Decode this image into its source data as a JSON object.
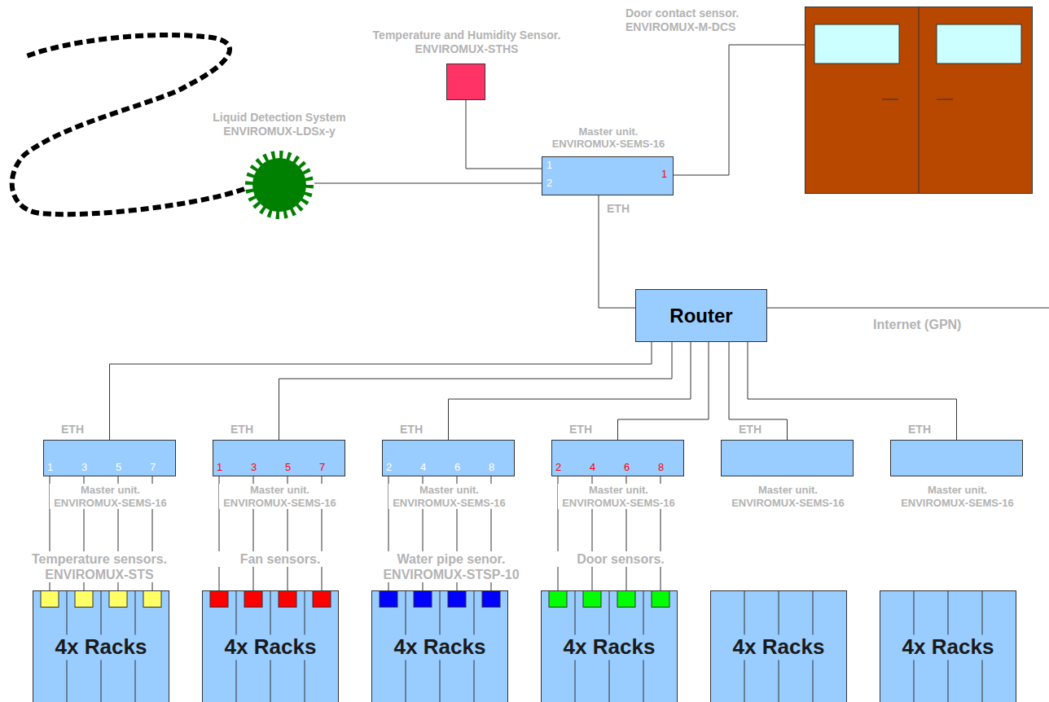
{
  "diagram": {
    "nodes": [
      {
        "text": [
          "Temperature and Humidity Sensor. ENVIROMUX-STHS"
        ]
      },
      {
        "text": [
          "Door contact sensor. ENVIROMUX-M-DCS"
        ]
      },
      {
        "text": [
          "Liquid Detection System ENVIROMUX-LDSx-y"
        ]
      },
      {
        "text": [
          "Master unit. ENVIROMUX-SEMS-16",
          "1",
          "2",
          "1"
        ]
      },
      {
        "text": [
          "Router"
        ]
      },
      {
        "text": [
          "Master unit. ENVIROMUX-SEMS-16",
          "1",
          "3",
          "5",
          "7"
        ]
      },
      {
        "text": [
          "Master unit. ENVIROMUX-SEMS-16",
          "1",
          "3",
          "5",
          "7"
        ]
      },
      {
        "text": [
          "Master unit. ENVIROMUX-SEMS-16",
          "2",
          "4",
          "6",
          "8"
        ]
      },
      {
        "text": [
          "Master unit. ENVIROMUX-SEMS-16",
          "2",
          "4",
          "6",
          "8"
        ]
      },
      {
        "text": [
          "Master unit. ENVIROMUX-SEMS-16"
        ]
      },
      {
        "text": [
          "Master unit. ENVIROMUX-SEMS-16"
        ]
      },
      {
        "text": [
          "4x Racks"
        ]
      },
      {
        "text": [
          "4x Racks"
        ]
      },
      {
        "text": [
          "4x Racks"
        ]
      },
      {
        "text": [
          "4x Racks"
        ]
      },
      {
        "text": [
          "4x Racks"
        ]
      },
      {
        "text": [
          "4x Racks"
        ]
      }
    ],
    "edges": [
      {
        "from": 0,
        "to": 3,
        "arrow": "none"
      },
      {
        "from": 2,
        "to": 3,
        "arrow": "none"
      },
      {
        "from": 3,
        "to": 1,
        "arrow": "none"
      },
      {
        "from": 3,
        "to": 4,
        "label": "ETH",
        "arrow": "none"
      },
      {
        "from": 4,
        "to": 5,
        "label": "ETH",
        "arrow": "none"
      },
      {
        "from": 4,
        "to": 6,
        "label": "ETH",
        "arrow": "none"
      },
      {
        "from": 4,
        "to": 7,
        "label": "ETH",
        "arrow": "none"
      },
      {
        "from": 4,
        "to": 8,
        "label": "ETH",
        "arrow": "none"
      },
      {
        "from": 4,
        "to": 9,
        "label": "ETH",
        "arrow": "none"
      },
      {
        "from": 4,
        "to": 10,
        "label": "ETH",
        "arrow": "none"
      },
      {
        "from": 5,
        "to": 11,
        "arrow": "none"
      },
      {
        "from": 6,
        "to": 12,
        "arrow": "none"
      },
      {
        "from": 7,
        "to": 13,
        "arrow": "none"
      },
      {
        "from": 8,
        "to": 14,
        "arrow": "none"
      }
    ],
    "labels": [
      "Internet (GPN)",
      "Temperature sensors. ENVIROMUX-STS",
      "Fan sensors.",
      "Water pipe senor. ENVIROMUX-STSP-10",
      "Door sensors."
    ]
  }
}
